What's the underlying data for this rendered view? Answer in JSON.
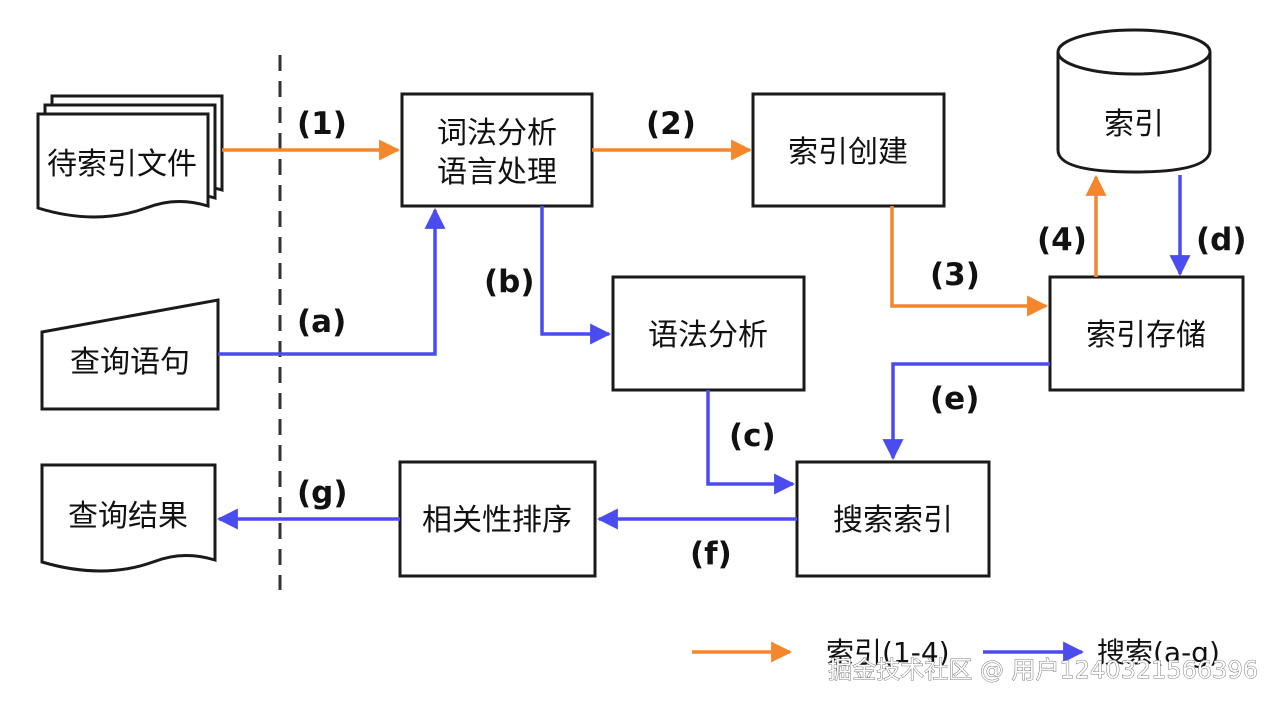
{
  "nodes": {
    "doc_to_index": "待索引文件",
    "lexical_line1": "词法分析",
    "lexical_line2": "语言处理",
    "index_create": "索引创建",
    "index_db": "索引",
    "index_store": "索引存储",
    "query": "查询语句",
    "syntax": "语法分析",
    "search_index": "搜索索引",
    "ranking": "相关性排序",
    "result": "查询结果"
  },
  "edges": {
    "e1": "(1)",
    "e2": "(2)",
    "e3": "(3)",
    "e4": "(4)",
    "ea": "(a)",
    "eb": "(b)",
    "ec": "(c)",
    "ed": "(d)",
    "ee": "(e)",
    "ef": "(f)",
    "eg": "(g)"
  },
  "legend": {
    "index_label": "索引(1-4)",
    "search_label": "搜索(a-g)"
  },
  "watermark": "掘金技术社区 @ 用户1240321566396",
  "colors": {
    "index_flow": "#f5862b",
    "search_flow": "#4b4cf0"
  }
}
